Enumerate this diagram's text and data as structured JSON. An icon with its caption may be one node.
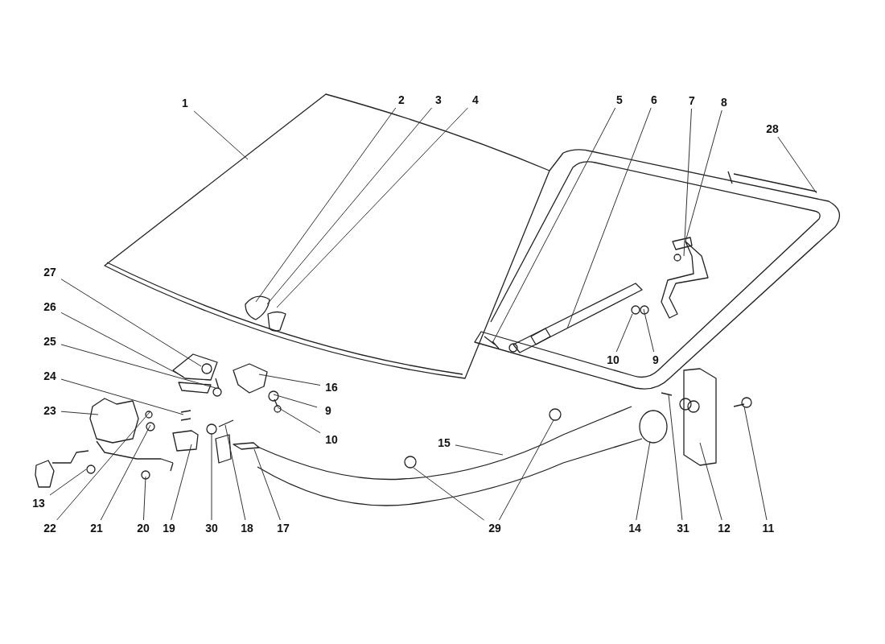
{
  "diagram": {
    "nodes": [
      {
        "text": [
          "1"
        ]
      },
      {
        "text": [
          "2"
        ]
      },
      {
        "text": [
          "3"
        ]
      },
      {
        "text": [
          "4"
        ]
      },
      {
        "text": [
          "5"
        ]
      },
      {
        "text": [
          "6"
        ]
      },
      {
        "text": [
          "7"
        ]
      },
      {
        "text": [
          "8"
        ]
      },
      {
        "text": [
          "28"
        ]
      },
      {
        "text": [
          "27"
        ]
      },
      {
        "text": [
          "26"
        ]
      },
      {
        "text": [
          "25"
        ]
      },
      {
        "text": [
          "24"
        ]
      },
      {
        "text": [
          "16"
        ]
      },
      {
        "text": [
          "9"
        ]
      },
      {
        "text": [
          "10"
        ]
      },
      {
        "text": [
          "23"
        ]
      },
      {
        "text": [
          "10"
        ]
      },
      {
        "text": [
          "9"
        ]
      },
      {
        "text": [
          "15"
        ]
      },
      {
        "text": [
          "13"
        ]
      },
      {
        "text": [
          "22"
        ]
      },
      {
        "text": [
          "21"
        ]
      },
      {
        "text": [
          "20"
        ]
      },
      {
        "text": [
          "19"
        ]
      },
      {
        "text": [
          "30"
        ]
      },
      {
        "text": [
          "18"
        ]
      },
      {
        "text": [
          "17"
        ]
      },
      {
        "text": [
          "29"
        ]
      },
      {
        "text": [
          "14"
        ]
      },
      {
        "text": [
          "31"
        ]
      },
      {
        "text": [
          "12"
        ]
      },
      {
        "text": [
          "11"
        ]
      }
    ],
    "edges": [
      {
        "from": 0,
        "to": null,
        "arrow": "none"
      },
      {
        "from": 1,
        "to": null,
        "arrow": "none"
      },
      {
        "from": 2,
        "to": null,
        "arrow": "none"
      },
      {
        "from": 3,
        "to": null,
        "arrow": "none"
      },
      {
        "from": 4,
        "to": null,
        "arrow": "none"
      },
      {
        "from": 5,
        "to": null,
        "arrow": "none"
      },
      {
        "from": 6,
        "to": null,
        "arrow": "none"
      },
      {
        "from": 7,
        "to": null,
        "arrow": "none"
      },
      {
        "from": 8,
        "to": null,
        "arrow": "none"
      },
      {
        "from": 9,
        "to": null,
        "arrow": "none"
      },
      {
        "from": 10,
        "to": null,
        "arrow": "none"
      },
      {
        "from": 11,
        "to": null,
        "arrow": "none"
      },
      {
        "from": 12,
        "to": null,
        "arrow": "none"
      },
      {
        "from": 13,
        "to": null,
        "arrow": "none"
      },
      {
        "from": 14,
        "to": null,
        "arrow": "none"
      },
      {
        "from": 15,
        "to": null,
        "arrow": "none"
      },
      {
        "from": 16,
        "to": null,
        "arrow": "none"
      },
      {
        "from": 17,
        "to": null,
        "arrow": "none"
      },
      {
        "from": 18,
        "to": null,
        "arrow": "none"
      },
      {
        "from": 19,
        "to": null,
        "arrow": "none"
      },
      {
        "from": 20,
        "to": null,
        "arrow": "none"
      },
      {
        "from": 21,
        "to": null,
        "arrow": "none"
      },
      {
        "from": 22,
        "to": null,
        "arrow": "none"
      },
      {
        "from": 23,
        "to": null,
        "arrow": "none"
      },
      {
        "from": 24,
        "to": null,
        "arrow": "none"
      },
      {
        "from": 25,
        "to": null,
        "arrow": "none"
      },
      {
        "from": 26,
        "to": null,
        "arrow": "none"
      },
      {
        "from": 27,
        "to": null,
        "arrow": "none"
      },
      {
        "from": 28,
        "to": null,
        "arrow": "none"
      },
      {
        "from": 28,
        "to": null,
        "arrow": "none"
      },
      {
        "from": 29,
        "to": null,
        "arrow": "none"
      },
      {
        "from": 30,
        "to": null,
        "arrow": "none"
      },
      {
        "from": 31,
        "to": null,
        "arrow": "none"
      },
      {
        "from": 32,
        "to": null,
        "arrow": "none"
      }
    ]
  }
}
